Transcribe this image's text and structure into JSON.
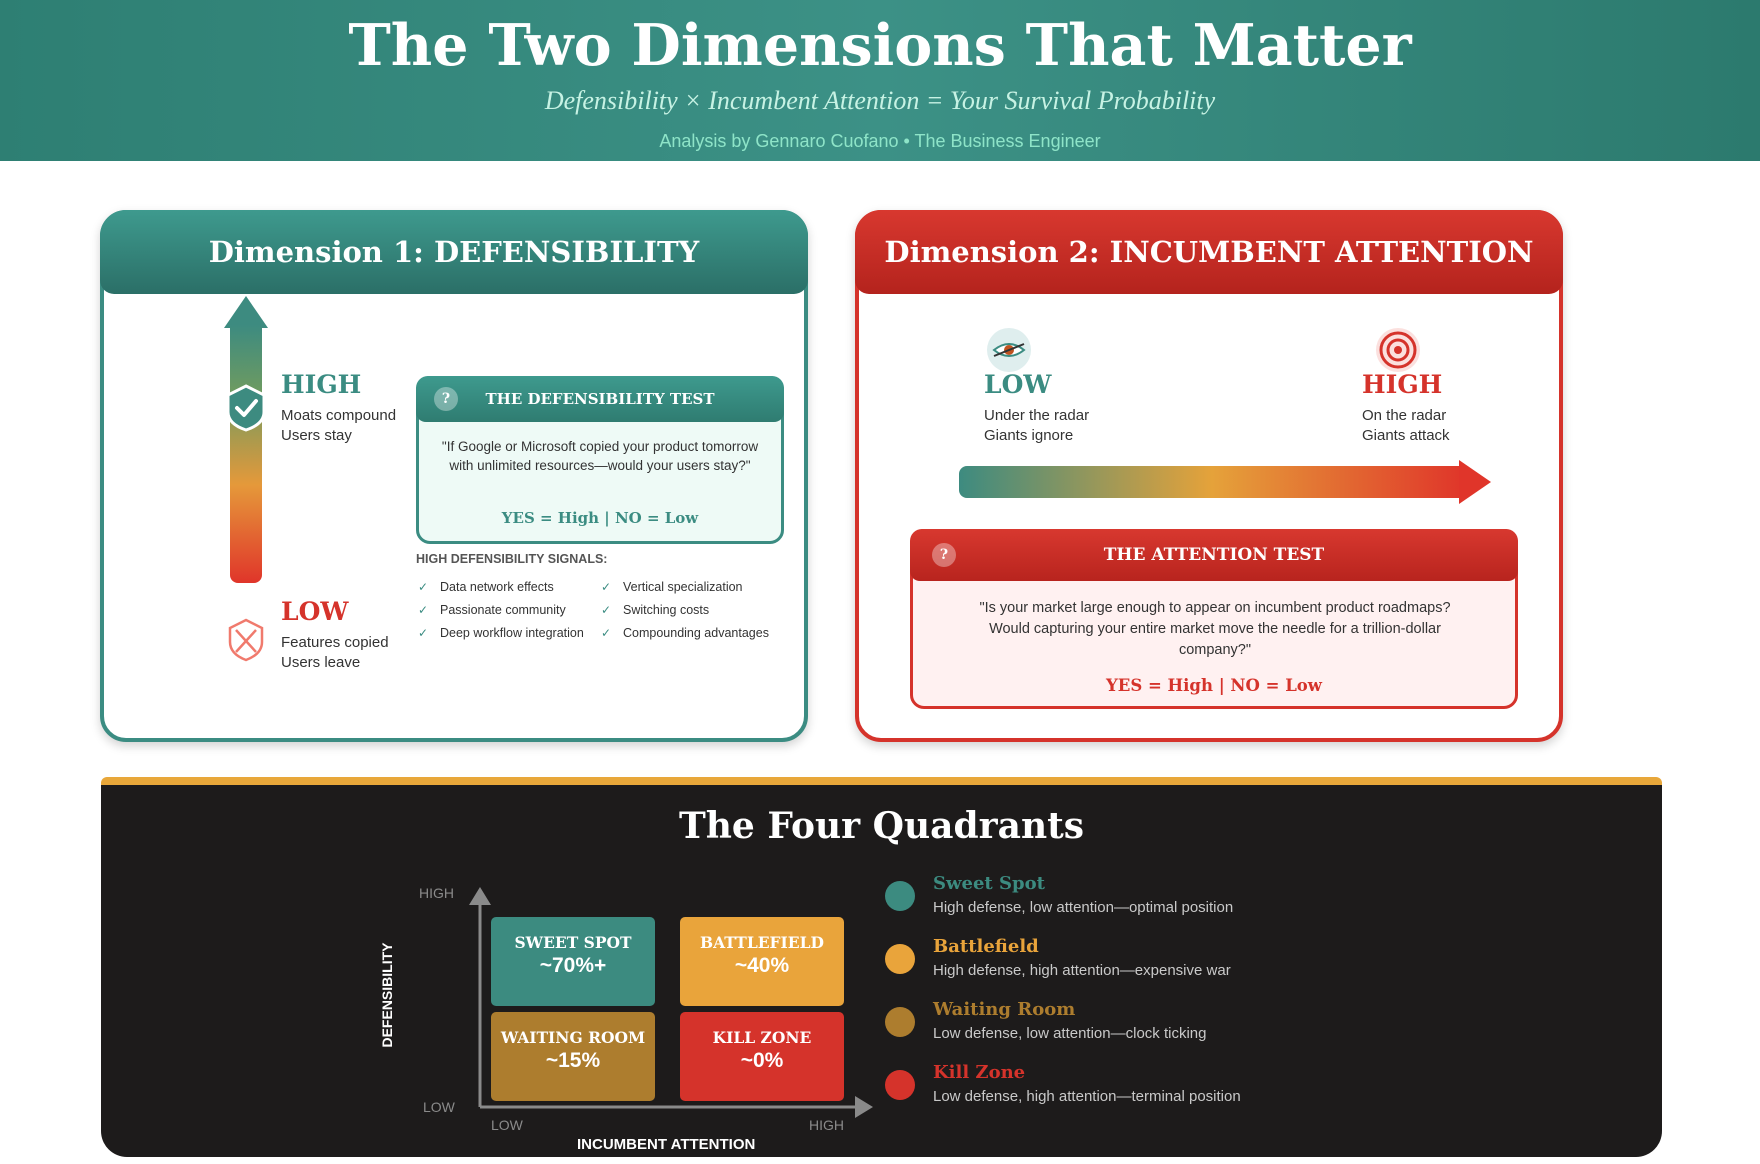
{
  "header": {
    "title": "The Two Dimensions That Matter",
    "subtitle": "Defensibility × Incumbent Attention = Your Survival Probability",
    "byline": "Analysis by Gennaro Cuofano • The Business Engineer"
  },
  "dimension1": {
    "title": "Dimension 1: DEFENSIBILITY",
    "high_label": "HIGH",
    "high_lines": [
      "Moats compound",
      "Users stay"
    ],
    "low_label": "LOW",
    "low_lines": [
      "Features copied",
      "Users leave"
    ],
    "test_title": "THE DEFENSIBILITY TEST",
    "test_quote": "\"If Google or Microsoft copied your product tomorrow with unlimited resources—would your users stay?\"",
    "test_answer": "YES = High | NO = Low",
    "signals_title": "HIGH DEFENSIBILITY SIGNALS:",
    "signals_left": [
      "Data network effects",
      "Passionate community",
      "Deep workflow integration"
    ],
    "signals_right": [
      "Vertical specialization",
      "Switching costs",
      "Compounding advantages"
    ]
  },
  "dimension2": {
    "title": "Dimension 2: INCUMBENT ATTENTION",
    "low_label": "LOW",
    "low_lines": [
      "Under the radar",
      "Giants ignore"
    ],
    "high_label": "HIGH",
    "high_lines": [
      "On the radar",
      "Giants attack"
    ],
    "test_title": "THE ATTENTION TEST",
    "test_quote": "\"Is your market large enough to appear on incumbent product roadmaps? Would capturing your entire market move the needle for a trillion-dollar company?\"",
    "test_answer": "YES = High | NO = Low"
  },
  "quadrants": {
    "title": "The Four Quadrants",
    "y_axis": "DEFENSIBILITY",
    "x_axis": "INCUMBENT ATTENTION",
    "y_high": "HIGH",
    "y_low": "LOW",
    "x_low": "LOW",
    "x_high": "HIGH",
    "cells": [
      {
        "name": "SWEET SPOT",
        "value": "~70%+",
        "color": "#3c8b80"
      },
      {
        "name": "BATTLEFIELD",
        "value": "~40%",
        "color": "#e9a43b"
      },
      {
        "name": "WAITING ROOM",
        "value": "~15%",
        "color": "#ad7d2e"
      },
      {
        "name": "KILL ZONE",
        "value": "~0%",
        "color": "#d5332b"
      }
    ],
    "legend": [
      {
        "name": "Sweet Spot",
        "desc": "High defense, low attention—optimal position",
        "color": "#3c8b80"
      },
      {
        "name": "Battlefield",
        "desc": "High defense, high attention—expensive war",
        "color": "#e9a43b"
      },
      {
        "name": "Waiting Room",
        "desc": "Low defense, low attention—clock ticking",
        "color": "#ad7d2e"
      },
      {
        "name": "Kill Zone",
        "desc": "Low defense, high attention—terminal position",
        "color": "#d5332b"
      }
    ]
  },
  "colors": {
    "teal": "#3b8c82",
    "red": "#d5332b",
    "gold": "#e8a73a"
  }
}
